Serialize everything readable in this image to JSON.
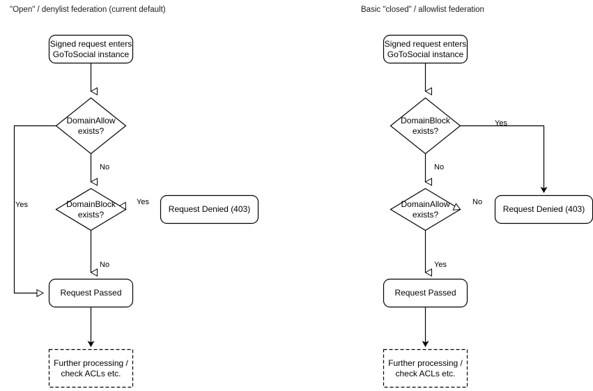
{
  "diagrams": [
    {
      "title": "\"Open\" / denylist federation (current default)",
      "nodes": {
        "entry": "Signed request enters\nGoToSocial instance",
        "decision1": "DomainAllow\nexists?",
        "decision2": "DomainBlock\nexists?",
        "denied": "Request Denied (403)",
        "passed": "Request Passed",
        "further": "Further processing /\ncheck ACLs etc."
      },
      "edge_labels": {
        "allow_yes": "Yes",
        "allow_no": "No",
        "block_yes": "Yes",
        "block_no": "No"
      }
    },
    {
      "title": "Basic \"closed\" / allowlist federation",
      "nodes": {
        "entry": "Signed request enters\nGoToSocial instance",
        "decision1": "DomainBlock\nexists?",
        "decision2": "DomainAllow\nexists?",
        "denied": "Request Denied (403)",
        "passed": "Request Passed",
        "further": "Further processing /\ncheck ACLs etc."
      },
      "edge_labels": {
        "block_yes": "Yes",
        "block_no": "No",
        "allow_no": "No",
        "allow_yes": "Yes"
      }
    }
  ],
  "style": {
    "stroke": "#000000",
    "fill": "#ffffff",
    "background": "#ffffff"
  }
}
